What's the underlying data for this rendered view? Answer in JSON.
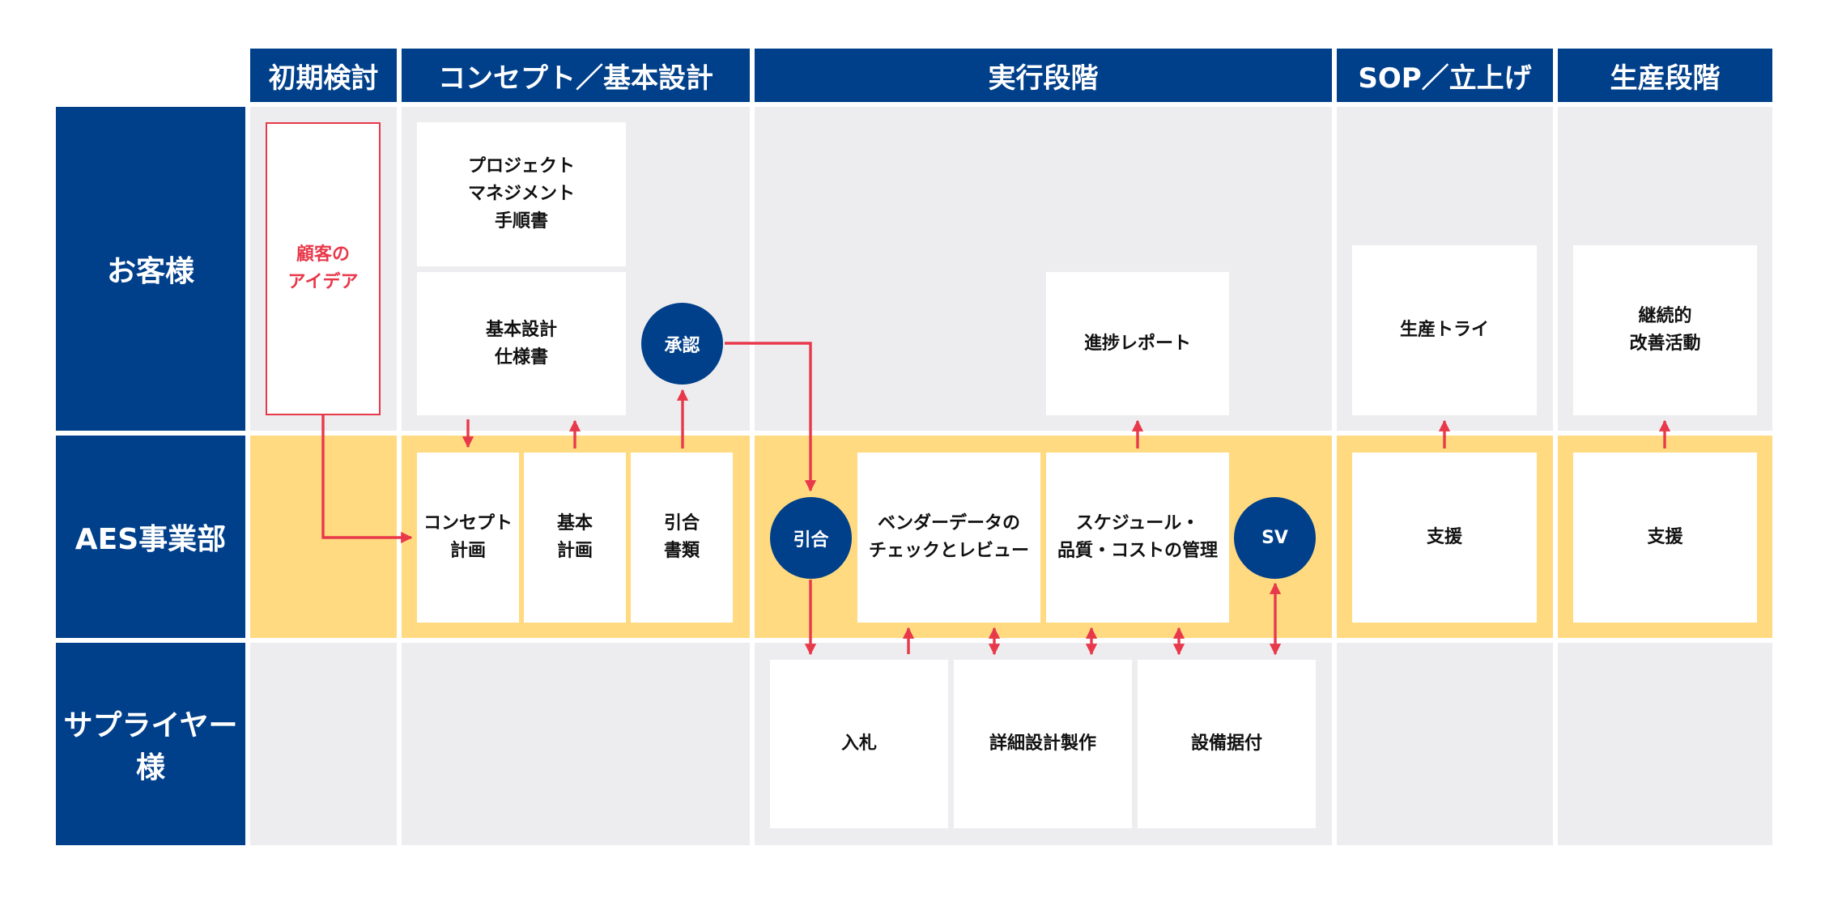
{
  "colors": {
    "header_bg": "#003F8A",
    "cell_gray": "#EDEDEF",
    "cell_yellow": "#FFDA80",
    "arrow_red": "#E8394B",
    "box_bg": "#FFFFFF"
  },
  "phases": {
    "initial": "初期検討",
    "concept": "コンセプト／基本設計",
    "execution": "実行段階",
    "sop": "SOP／立上げ",
    "production": "生産段階"
  },
  "rows": {
    "customer": "お客様",
    "aes": "AES事業部",
    "supplier": "サプライヤー様"
  },
  "boxes": {
    "customer_idea": "顧客の\nアイデア",
    "pm_manual": "プロジェクト\nマネジメント\n手順書",
    "basic_spec": "基本設計\n仕様書",
    "progress_report": "進捗レポート",
    "production_trial": "生産トライ",
    "continuous_improvement": "継続的\n改善活動",
    "concept_plan": "コンセプト\n計画",
    "basic_plan": "基本\n計画",
    "quote_docs": "引合\n書類",
    "vendor_check": "ベンダーデータの\nチェックとレビュー",
    "schedule_mgmt": "スケジュール・\n品質・コストの管理",
    "support_sop": "支援",
    "support_production": "支援",
    "bidding": "入札",
    "detail_design": "詳細設計製作",
    "installation": "設備据付"
  },
  "circles": {
    "approval": "承認",
    "inquiry": "引合",
    "sv": "SV"
  }
}
